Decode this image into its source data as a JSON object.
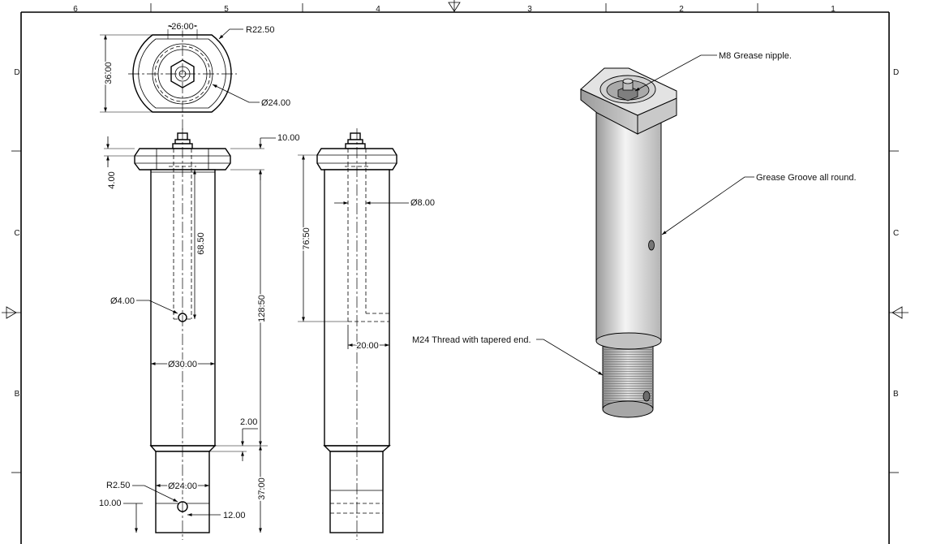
{
  "sheet": {
    "top_zones": [
      "6",
      "5",
      "4",
      "3",
      "2",
      "1"
    ],
    "side_zones": [
      "D",
      "C",
      "B"
    ]
  },
  "dimensions": {
    "top_width": "26.00",
    "top_radius": "R22.50",
    "top_height": "36.00",
    "top_bore": "Ø24.00",
    "flange_thickness": "10.00",
    "nipple_offset": "4.00",
    "hidden_depth": "68.50",
    "cross_hole": "Ø4.00",
    "body_dia": "Ø30.00",
    "body_length": "128.50",
    "shoulder": "2.00",
    "thread_dia": "Ø24.00",
    "thread_length": "37.00",
    "fillet": "R2.50",
    "hole_offset": "10.00",
    "hole_dist": "12.00",
    "bore_dia": "Ø8.00",
    "bore_depth": "76.50",
    "bore_width": "20.00"
  },
  "notes": {
    "grease_nipple": "M8 Grease nipple.",
    "grease_groove": "Grease Groove all round.",
    "thread": "M24 Thread with tapered end."
  }
}
